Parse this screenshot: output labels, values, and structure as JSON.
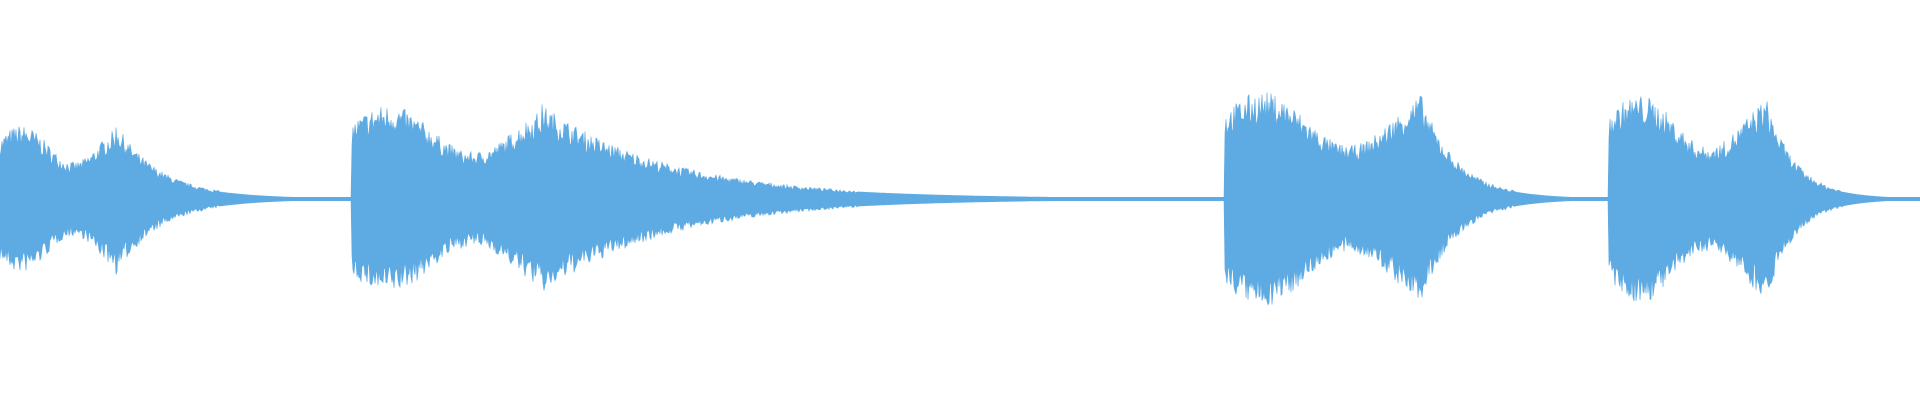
{
  "waveform": {
    "color": "#5eaae2",
    "background": "#ffffff",
    "segments": [
      {
        "start": 0.0,
        "attack": 0.0,
        "peak": 0.44,
        "body": 0.06,
        "decay_end": 0.183,
        "tail": 0.02
      },
      {
        "start": 0.183,
        "attack": 0.184,
        "peak": 0.56,
        "body": 0.098,
        "decay_end": 0.64,
        "tail": 0.01
      },
      {
        "start": 0.638,
        "attack": 0.639,
        "peak": 0.64,
        "body": 0.1,
        "decay_end": 0.838,
        "tail": 0.02
      },
      {
        "start": 0.838,
        "attack": 0.839,
        "peak": 0.62,
        "body": 0.08,
        "decay_end": 1.0,
        "tail": 0.02
      }
    ]
  }
}
